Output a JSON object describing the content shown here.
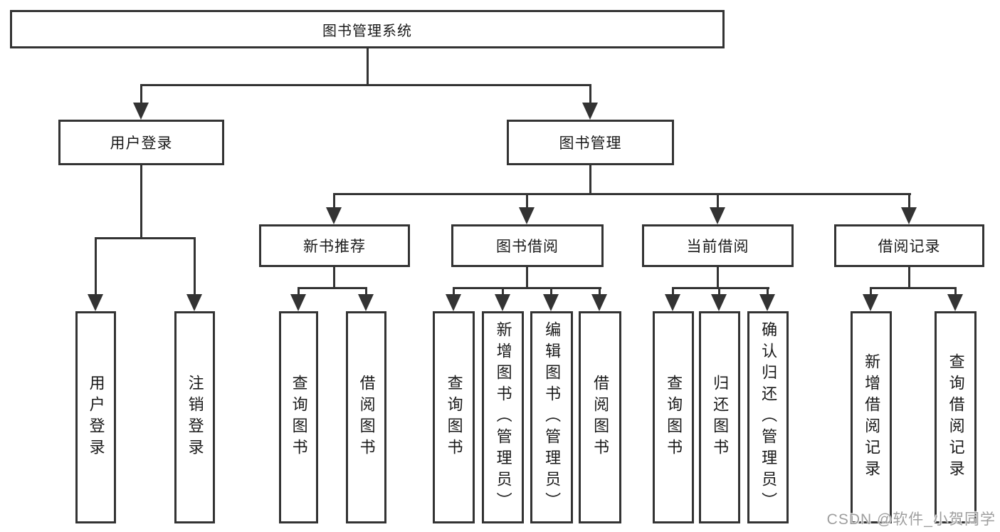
{
  "tree": {
    "root": "图书管理系统",
    "children": [
      {
        "label": "用户登录",
        "children": [
          {
            "label": "用户登录"
          },
          {
            "label": "注销登录"
          }
        ]
      },
      {
        "label": "图书管理",
        "children": [
          {
            "label": "新书推荐",
            "children": [
              {
                "label": "查询图书"
              },
              {
                "label": "借阅图书"
              }
            ]
          },
          {
            "label": "图书借阅",
            "children": [
              {
                "label": "查询图书"
              },
              {
                "label": "新增图书（管理员）"
              },
              {
                "label": "编辑图书（管理员）"
              },
              {
                "label": "借阅图书"
              }
            ]
          },
          {
            "label": "当前借阅",
            "children": [
              {
                "label": "查询图书"
              },
              {
                "label": "归还图书"
              },
              {
                "label": "确认归还（管理员）"
              }
            ]
          },
          {
            "label": "借阅记录",
            "children": [
              {
                "label": "新增借阅记录"
              },
              {
                "label": "查询借阅记录"
              }
            ]
          }
        ]
      }
    ]
  },
  "watermark": "CSDN @软件_小贺同学",
  "colors": {
    "line": "#333333",
    "text": "#1a1a1a",
    "watermark": "#9e9e9e",
    "background": "#ffffff"
  }
}
